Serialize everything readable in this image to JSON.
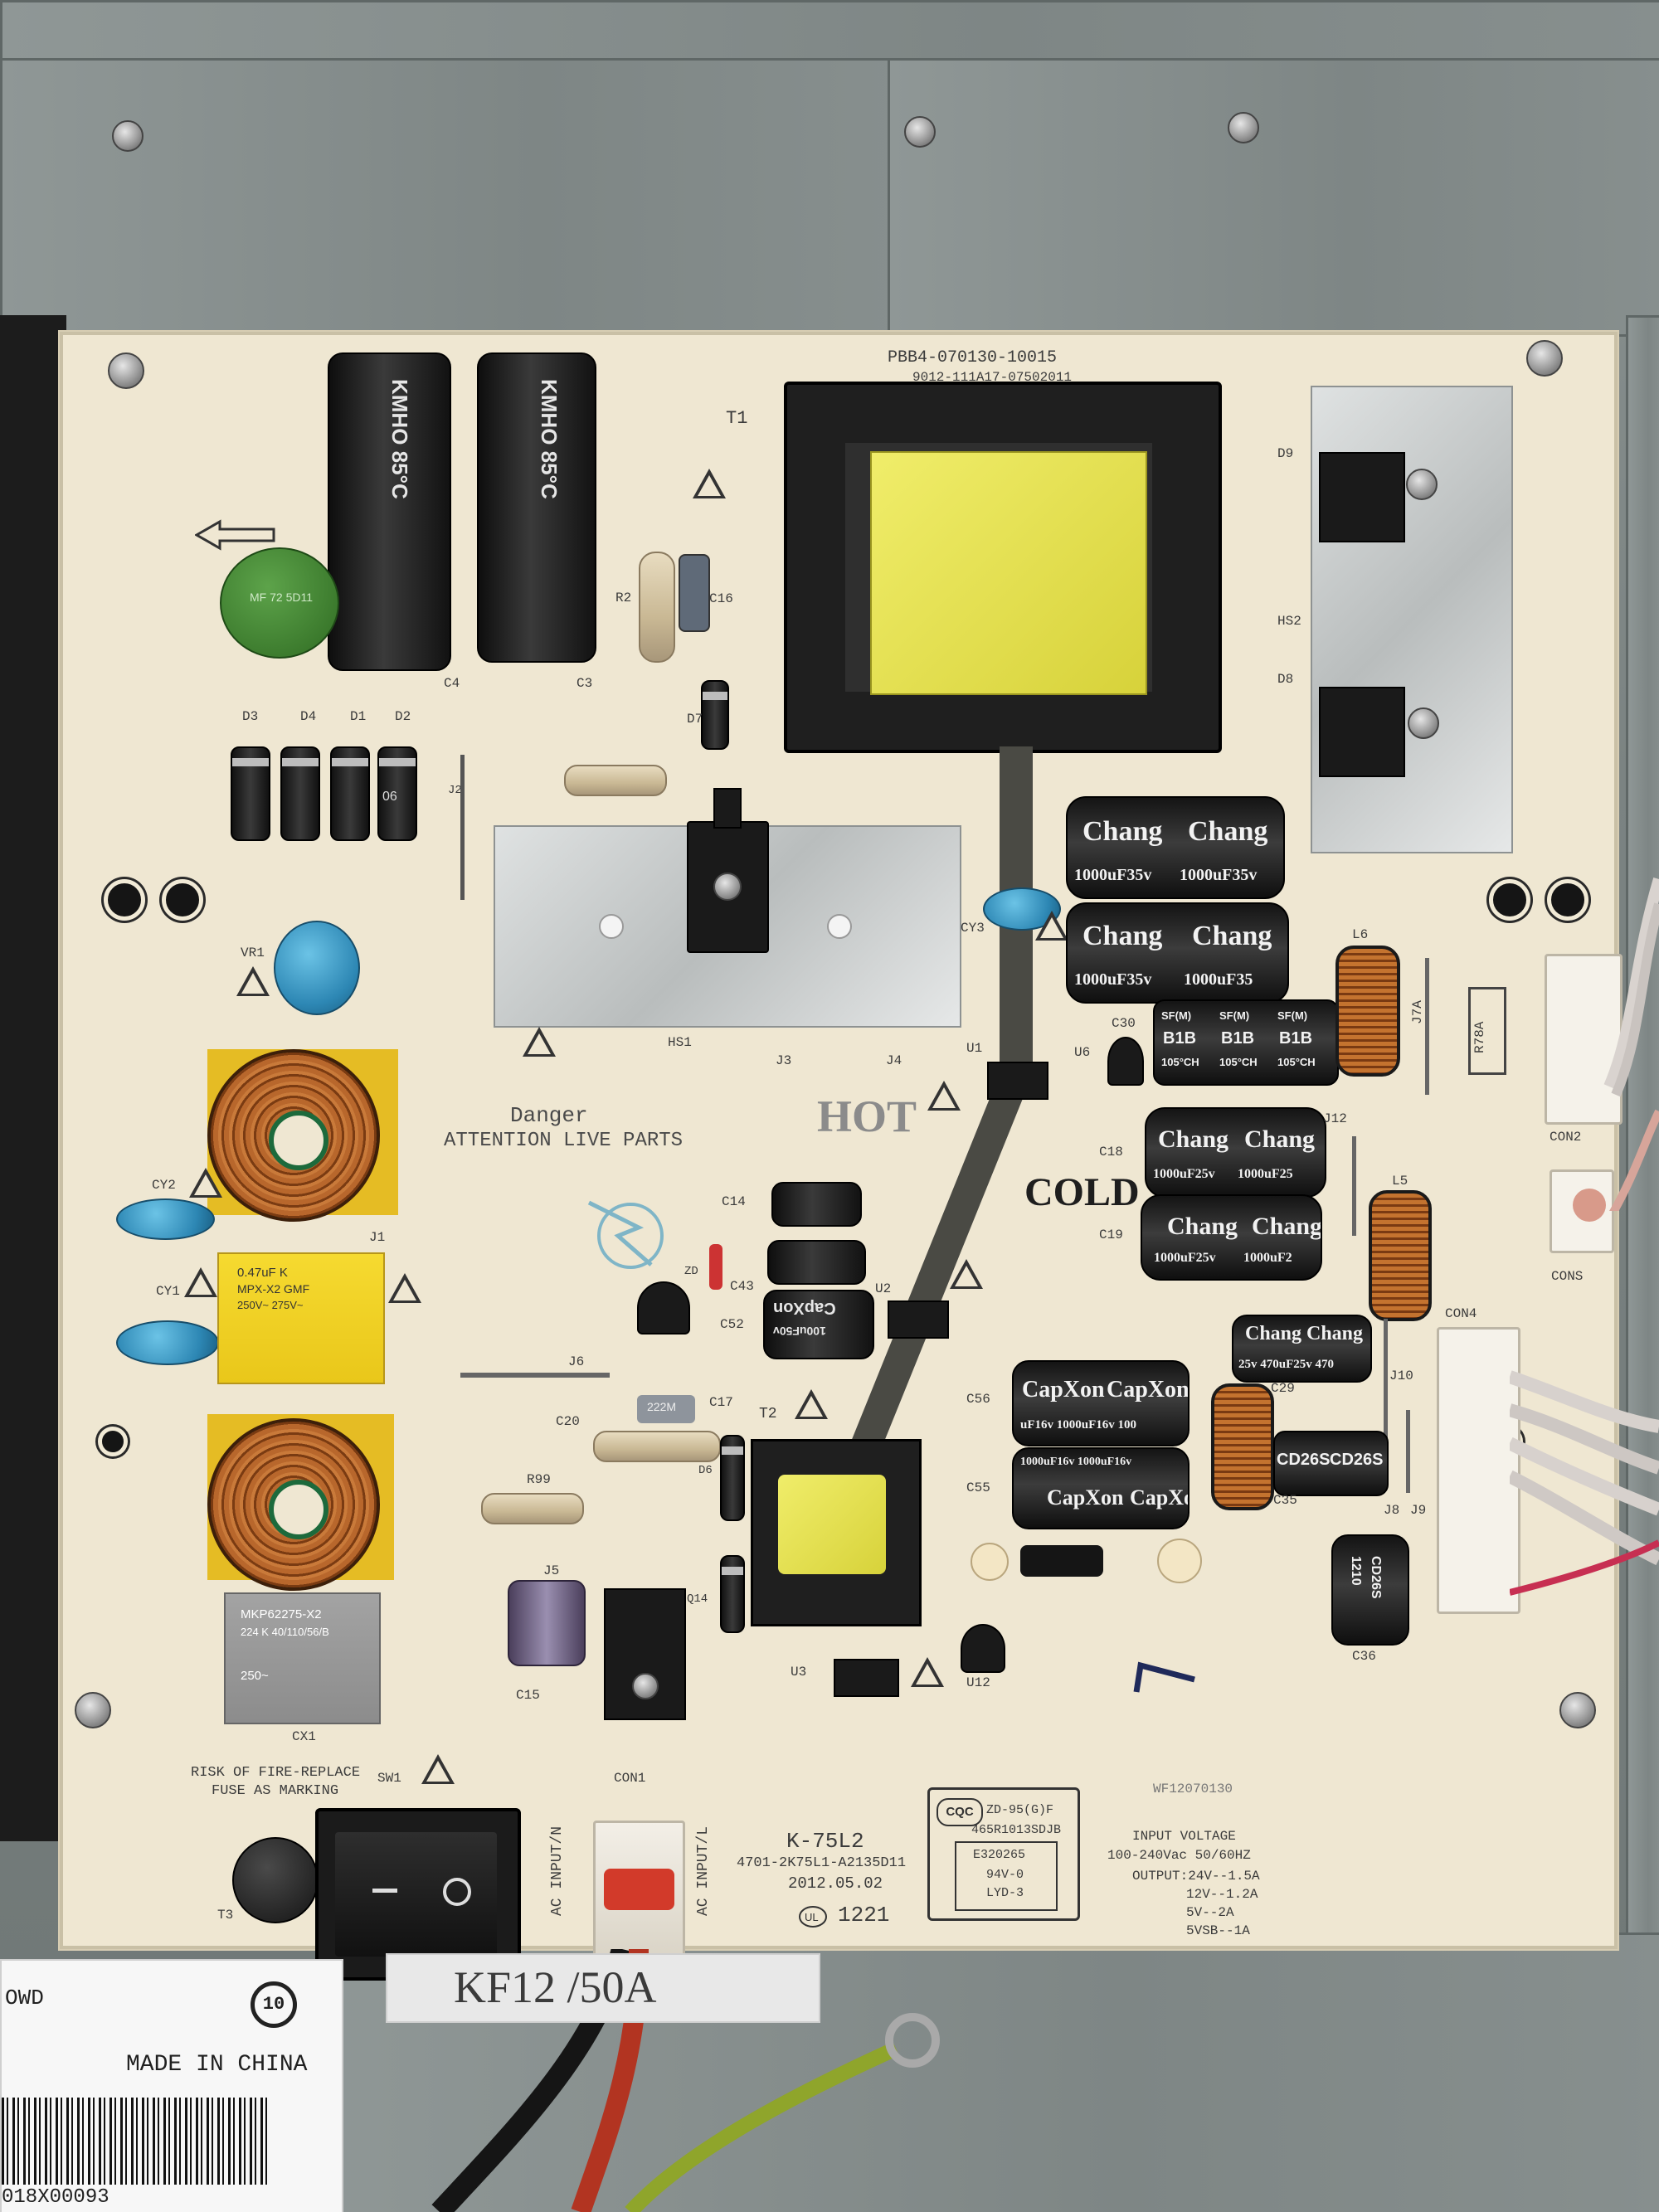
{
  "board": {
    "part_number_top": "PBB4-070130-10015",
    "part_number_sub": "9012-111A17-07502011",
    "model": "K-75L2",
    "model_code": "4701-2K75L1-A2135D11",
    "date": "2012.05.02",
    "date_code": "1221",
    "stamp": "WF12070130",
    "hot_label": "HOT",
    "cold_label": "COLD",
    "danger_title": "Danger",
    "danger_text": "ATTENTION  LIVE PARTS",
    "fuse_warning_line1": "RISK OF FIRE-REPLACE",
    "fuse_warning_line2": "FUSE AS MARKING",
    "ac_input_left": "AC INPUT/N",
    "ac_input_right": "AC INPUT/L",
    "cqc_logo": "CQC",
    "cert_lines": [
      "ZD-95(G)F",
      "465R1013SDJB",
      "E320265",
      "94V-0",
      "LYD-3"
    ],
    "input_voltage": {
      "title": "INPUT VOLTAGE",
      "range": "100-240Vac  50/60HZ",
      "outputs": [
        "OUTPUT:24V--1.5A",
        "12V--1.2A",
        "5V--2A",
        "5VSB--1A"
      ]
    }
  },
  "refdes": {
    "t1": "T1",
    "t2": "T2",
    "c4": "C4",
    "c3": "C3",
    "r2": "R2",
    "c16": "C16",
    "d7": "D7",
    "d3": "D3",
    "d4": "D4",
    "d1": "D1",
    "d2": "D2",
    "j2": "J2",
    "vr1": "VR1",
    "hs1": "HS1",
    "hs2": "HS2",
    "d9": "D9",
    "d8": "D8",
    "cy3": "CY3",
    "c30": "C30",
    "u6": "U6",
    "l6": "L6",
    "j7a": "J7A",
    "r78a": "R78A",
    "con2": "CON2",
    "cons": "CONS",
    "u1": "U1",
    "j3": "J3",
    "j4": "J4",
    "c18": "C18",
    "c19": "C19",
    "j12": "J12",
    "l5": "L5",
    "cy2": "CY2",
    "j1": "J1",
    "c14": "C14",
    "c43": "C43",
    "c52": "C52",
    "zd": "ZD",
    "u2": "U2",
    "cy1": "CY1",
    "j6": "J6",
    "c20": "C20",
    "c17": "C17",
    "r99": "R99",
    "d6": "D6",
    "c56": "C56",
    "c55": "C55",
    "c29": "C29",
    "j10": "J10",
    "con4": "CON4",
    "c35": "C35",
    "j8": "J8",
    "j9": "J9",
    "c36": "C36",
    "j5": "J5",
    "q14": "Q14",
    "u3": "U3",
    "u12": "U12",
    "c15": "C15",
    "cx1": "CX1",
    "sw1": "SW1",
    "con1": "CON1",
    "t3": "T3"
  },
  "components": {
    "c4_marking": "KMHO 85°C",
    "c3_marking": "KMHO 85°C",
    "thermistor_marking": "MF 72 5D11",
    "x2_cap_marking": [
      "0.47uF  K",
      "MPX-X2 GMF",
      "250V~ 275V~"
    ],
    "cx1_marking": [
      "MKP62275-X2",
      "224 K 40/110/56/B",
      "250~"
    ],
    "diode_d2_marking": "06",
    "cap_chang_1": [
      "Chang",
      "Chang",
      "1000uF35v",
      "1000uF35v"
    ],
    "cap_chang_2": [
      "Chang",
      "Chang",
      "1000uF35v",
      "1000uF35"
    ],
    "cap_sf_row": [
      "SF(M)",
      "SF(M)",
      "SF(M)",
      "B1B",
      "B1B",
      "B1B",
      "105°CH",
      "105°CH",
      "105°CH"
    ],
    "cap_chang_3": [
      "Chang",
      "Chang",
      "1000uF25v",
      "1000uF25"
    ],
    "cap_chang_4": [
      "Chang",
      "Chang",
      "1000uF25v",
      "1000uF2"
    ],
    "cap_chang_5": [
      "Chang",
      "Chang",
      "25v 470uF25v 470"
    ],
    "capxon_1": [
      "CapXon",
      "CapXon",
      "uF16v 1000uF16v 100"
    ],
    "capxon_2": [
      "CapXon",
      "CapXon",
      "1000uF16v 1000uF16v"
    ],
    "small_capxon": [
      "CapXon",
      "100uF50v"
    ],
    "cd26s": [
      "CD26S",
      "CD26S"
    ],
    "c36_marking": [
      "CD26S",
      "1210"
    ],
    "c17_marking": "222M"
  },
  "chassis": {
    "sticker_owd": "OWD",
    "sticker_made_in": "MADE IN CHINA",
    "sticker_barcode": "018X00093",
    "sticker_circle": "10",
    "label_kf": "KF12  /50A"
  },
  "colors": {
    "pcb": "#efe7d2",
    "chassis": "#7d8584",
    "transformer_core": "#e3e04a",
    "x2_cap": "#f2d21f",
    "blue_cap": "#2d87b4",
    "coil_copper": "#b8672c"
  },
  "icons": [
    "warning-triangle-icon",
    "electrostatic-sensitive-icon",
    "arrow-left-icon",
    "cqc-logo-icon",
    "ul-logo-icon",
    "switch-rocker-icon"
  ]
}
